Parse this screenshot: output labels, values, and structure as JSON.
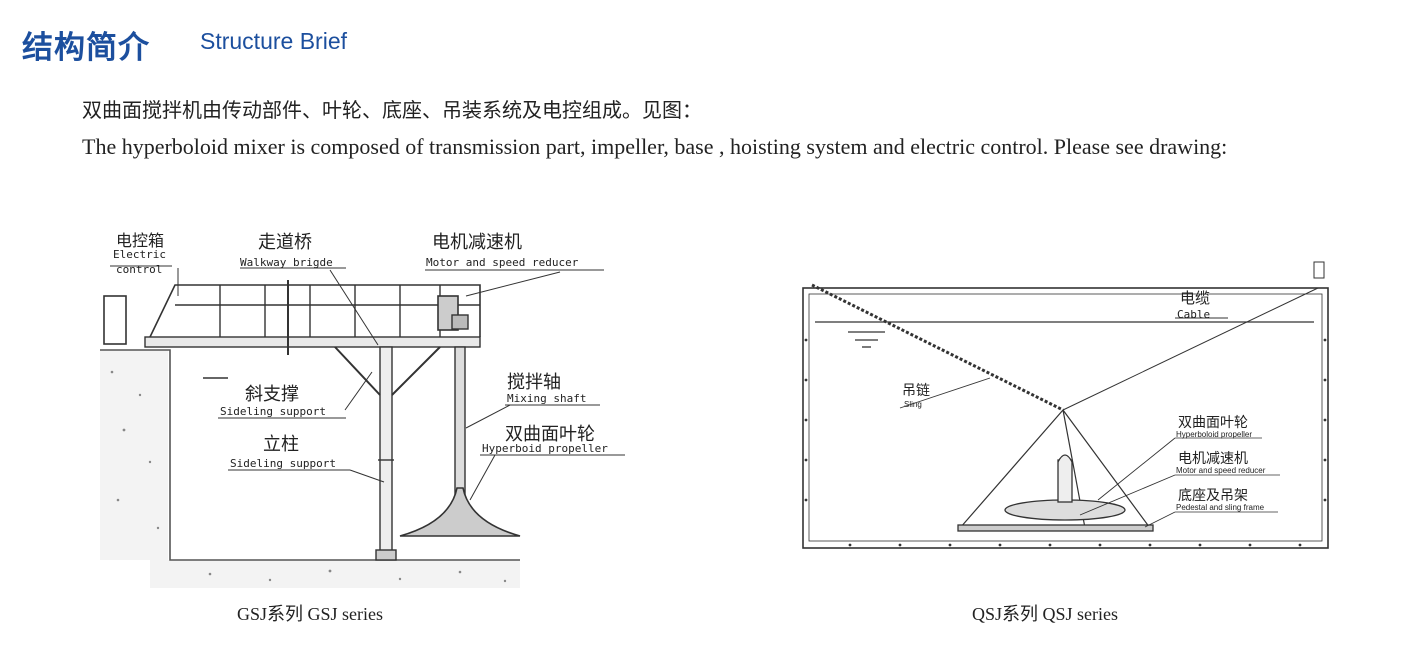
{
  "heading": {
    "cn": "结构简介",
    "en": "Structure Brief"
  },
  "intro": {
    "cn": "双曲面搅拌机由传动部件、叶轮、底座、吊装系统及电控组成。见图：",
    "en": "The hyperboloid mixer is composed of transmission part, impeller, base , hoisting system and electric control. Please see drawing:"
  },
  "gsj": {
    "electric_control": {
      "cn": "电控箱",
      "en1": "Electric",
      "en2": "control"
    },
    "walkway": {
      "cn": "走道桥",
      "en": "Walkway brigde"
    },
    "motor": {
      "cn": "电机减速机",
      "en": "Motor and speed reducer"
    },
    "sideling": {
      "cn": "斜支撑",
      "en": "Sideling support"
    },
    "column": {
      "cn": "立柱",
      "en": "Sideling support"
    },
    "shaft": {
      "cn": "搅拌轴",
      "en": "Mixing shaft"
    },
    "propeller": {
      "cn": "双曲面叶轮",
      "en": "Hyperboid propeller"
    },
    "caption": "GSJ系列   GSJ series"
  },
  "qsj": {
    "cable": {
      "cn": "电缆",
      "en": "Cable"
    },
    "sling": {
      "cn": "吊链",
      "en": "Sling"
    },
    "propeller": {
      "cn": "双曲面叶轮",
      "en": "Hyperboloid propeller"
    },
    "motor": {
      "cn": "电机减速机",
      "en": "Motor and speed reducer"
    },
    "pedestal": {
      "cn": "底座及吊架",
      "en": "Pedestal and sling frame"
    },
    "caption": "QSJ系列   QSJ series"
  }
}
